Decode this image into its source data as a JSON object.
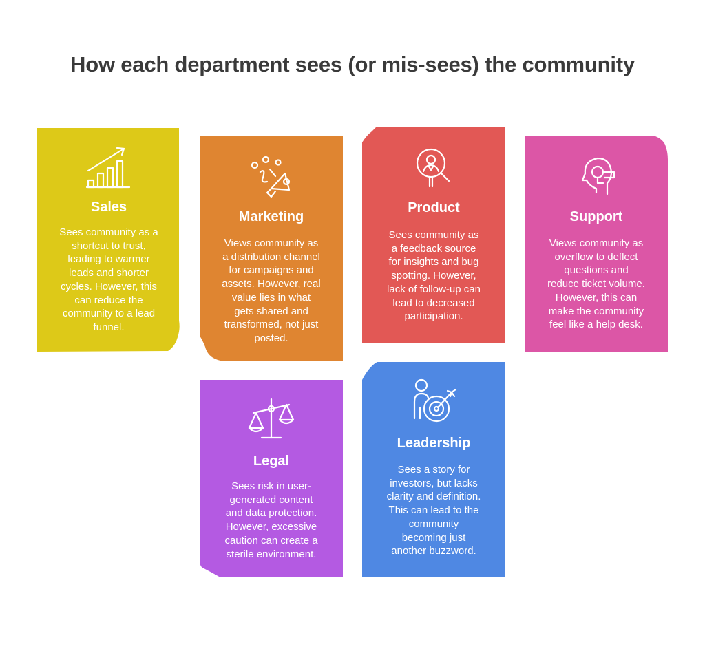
{
  "title": "How each department sees (or mis-sees) the community",
  "colors": {
    "sales": "#ddc918",
    "marketing": "#df8531",
    "product": "#e25855",
    "support": "#dc56a6",
    "legal": "#b45ae2",
    "leadership": "#4f88e3"
  },
  "cards": {
    "sales": {
      "icon": "growth-chart-icon",
      "heading": "Sales",
      "lines": [
        "Sees community as a",
        "shortcut to trust,",
        "leading to warmer",
        "leads and shorter",
        "cycles. However, this",
        "can reduce the",
        "community to a lead",
        "funnel."
      ]
    },
    "marketing": {
      "icon": "megaphone-icon",
      "heading": "Marketing",
      "lines": [
        "Views community as",
        "a distribution channel",
        "for campaigns and",
        "assets. However, real",
        "value lies in what",
        "gets shared and",
        "transformed, not just",
        "posted."
      ]
    },
    "product": {
      "icon": "user-search-icon",
      "heading": "Product",
      "lines": [
        "Sees community as",
        "a feedback source",
        "for insights and bug",
        "spotting. However,",
        "lack of follow-up can",
        "lead to decreased",
        "participation."
      ]
    },
    "support": {
      "icon": "headset-icon",
      "heading": "Support",
      "lines": [
        "Views community as",
        "overflow to deflect",
        "questions and",
        "reduce ticket volume.",
        "However, this can",
        "make the community",
        "feel like a help desk."
      ]
    },
    "legal": {
      "icon": "scales-icon",
      "heading": "Legal",
      "lines": [
        "Sees risk in user-",
        "generated content",
        "and data protection.",
        "However, excessive",
        "caution can create a",
        "sterile environment."
      ]
    },
    "leadership": {
      "icon": "person-target-icon",
      "heading": "Leadership",
      "lines": [
        "Sees a story for",
        "investors, but lacks",
        "clarity and definition.",
        "This can lead to the",
        "community",
        "becoming just",
        "another buzzword."
      ]
    }
  }
}
